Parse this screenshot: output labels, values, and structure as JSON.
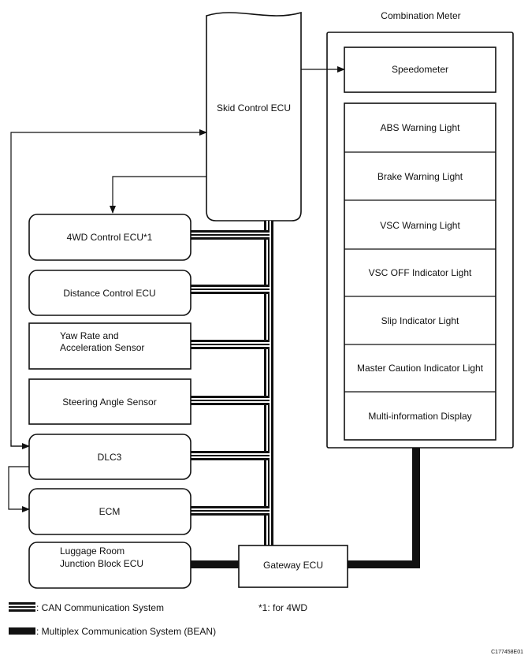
{
  "skid_ecu": "Skid Control ECU",
  "combination_meter": {
    "title": "Combination Meter",
    "speedometer": "Speedometer",
    "lights": [
      "ABS Warning Light",
      "Brake Warning Light",
      "VSC Warning Light",
      "VSC OFF Indicator Light",
      "Slip Indicator Light",
      "Master Caution Indicator Light",
      "Multi-information Display"
    ]
  },
  "ecus": {
    "fwd": "4WD Control ECU*1",
    "distance": "Distance Control ECU",
    "yaw_1": "Yaw Rate and",
    "yaw_2": "Acceleration Sensor",
    "steering": "Steering Angle Sensor",
    "dlc3": "DLC3",
    "ecm": "ECM",
    "luggage_1": "Luggage Room",
    "luggage_2": "Junction Block ECU",
    "gateway": "Gateway ECU"
  },
  "legend": {
    "can": ": CAN Communication System",
    "bean": ": Multiplex Communication System (BEAN)",
    "footnote": "*1: for 4WD"
  },
  "figure_code": "C177458E01"
}
